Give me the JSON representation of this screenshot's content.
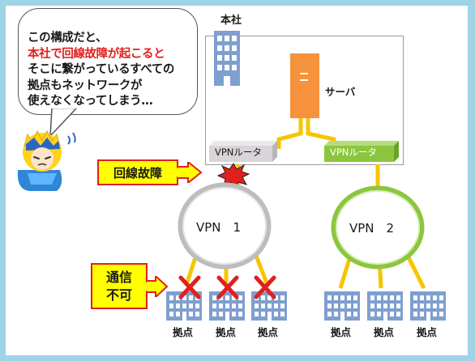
{
  "bubble": {
    "line1": "この構成だと、",
    "line2": "本社で回線故障が起こると",
    "line3": "そこに繋がっているすべての",
    "line4": "拠点もネットワークが",
    "line5": "使えなくなってしまう…"
  },
  "headquarters": {
    "label": "本社"
  },
  "server": {
    "label": "サーバ"
  },
  "routers": [
    {
      "label": "VPNルータ",
      "color": "#d8d4d8"
    },
    {
      "label": "VPNルータ",
      "color": "#8cc63e"
    }
  ],
  "fault_callout": {
    "label": "回線故障"
  },
  "vpn_networks": [
    {
      "label": "VPN　1",
      "ring_color": "#bdbdbd"
    },
    {
      "label": "VPN　2",
      "ring_color": "#8cc63e"
    }
  ],
  "comm_callout": {
    "line1": "通信",
    "line2": "不可"
  },
  "branches": [
    {
      "label": "拠点",
      "network": 1,
      "status": "down"
    },
    {
      "label": "拠点",
      "network": 1,
      "status": "down"
    },
    {
      "label": "拠点",
      "network": 1,
      "status": "down"
    },
    {
      "label": "拠点",
      "network": 2,
      "status": "ok"
    },
    {
      "label": "拠点",
      "network": 2,
      "status": "ok"
    },
    {
      "label": "拠点",
      "network": 2,
      "status": "ok"
    }
  ],
  "colors": {
    "background": "#9fd3e6",
    "link": "#f7c500",
    "server": "#f6923c",
    "building": "#7f9fd0",
    "fault": "#e0201e",
    "callout_fill": "#ffff00"
  },
  "icons": {
    "building": "office-building-icon",
    "server": "server-tower-icon",
    "fault": "spark-burst-icon",
    "blocked": "red-x-icon",
    "character": "worried-character-icon"
  }
}
